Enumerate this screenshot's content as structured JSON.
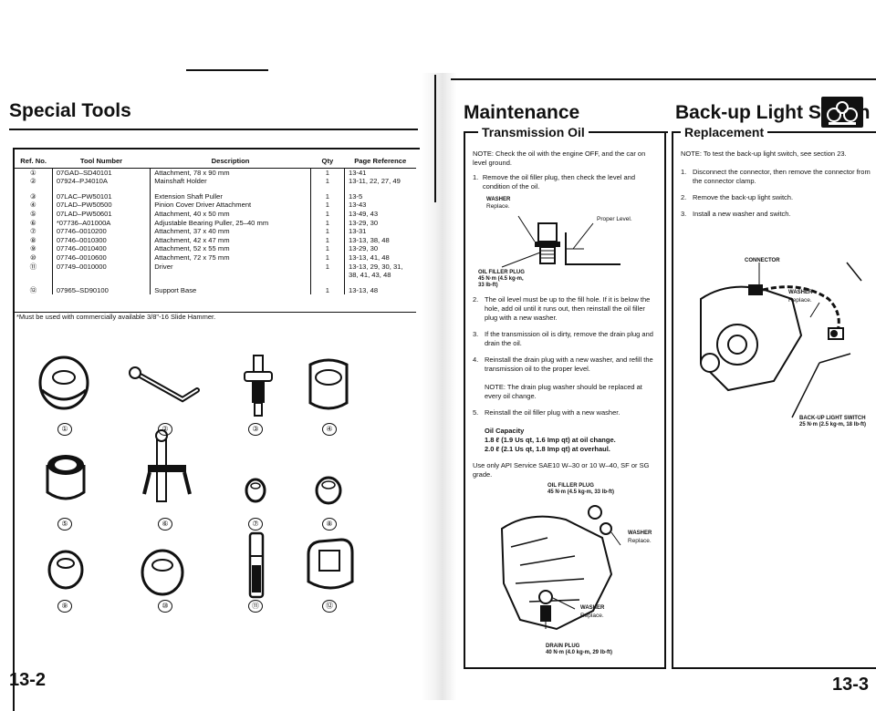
{
  "left_page": {
    "title": "Special Tools",
    "table": {
      "headers": [
        "Ref. No.",
        "Tool Number",
        "Description",
        "Qty",
        "Page Reference"
      ],
      "rows": [
        {
          "ref": "①",
          "tool": "07GAD–SD40101",
          "desc": "Attachment, 78 x 90 mm",
          "qty": "1",
          "page": "13-41"
        },
        {
          "ref": "②",
          "tool": "07924–PJ4010A",
          "desc": "Mainshaft Holder",
          "qty": "1",
          "page": "13-11, 22, 27, 49"
        },
        {
          "ref": "③",
          "tool": "07LAC–PW50101",
          "desc": "Extension Shaft Puller",
          "qty": "1",
          "page": "13-5"
        },
        {
          "ref": "④",
          "tool": "07LAD–PW50500",
          "desc": "Pinion Cover Driver Attachment",
          "qty": "1",
          "page": "13-43"
        },
        {
          "ref": "⑤",
          "tool": "07LAD–PW50601",
          "desc": "Attachment, 40 x 50 mm",
          "qty": "1",
          "page": "13-49, 43"
        },
        {
          "ref": "⑥",
          "tool": "*07736–A01000A",
          "desc": "Adjustable Bearing Puller, 25–40 mm",
          "qty": "1",
          "page": "13-29, 30"
        },
        {
          "ref": "⑦",
          "tool": "07746–0010200",
          "desc": "Attachment, 37 x 40 mm",
          "qty": "1",
          "page": "13-31"
        },
        {
          "ref": "⑧",
          "tool": "07746–0010300",
          "desc": "Attachment, 42 x 47 mm",
          "qty": "1",
          "page": "13-13, 38, 48"
        },
        {
          "ref": "⑨",
          "tool": "07746–0010400",
          "desc": "Attachment, 52 x 55 mm",
          "qty": "1",
          "page": "13-29, 30"
        },
        {
          "ref": "⑩",
          "tool": "07746–0010600",
          "desc": "Attachment, 72 x 75 mm",
          "qty": "1",
          "page": "13-13, 41, 48"
        },
        {
          "ref": "⑪",
          "tool": "07749–0010000",
          "desc": "Driver",
          "qty": "1",
          "page": "13-13, 29, 30, 31, 38, 41, 43, 48"
        },
        {
          "ref": "⑫",
          "tool": "07965–SD90100",
          "desc": "Support Base",
          "qty": "1",
          "page": "13-13, 48"
        }
      ],
      "footnote": "*Must be used with commercially available 3/8\"-16 Slide Hammer."
    },
    "tool_captions": [
      "①",
      "②",
      "③",
      "④",
      "⑤",
      "⑥",
      "⑦",
      "⑧",
      "⑨",
      "⑩",
      "⑪",
      "⑫"
    ],
    "page_number": "13-2"
  },
  "middle": {
    "title": "Maintenance",
    "section": "Transmission Oil",
    "note": "NOTE: Check the oil with the engine OFF, and the car on level ground.",
    "step1": "Remove the oil filler plug, then check the level and condition of the oil.",
    "fig1": {
      "washer": "WASHER",
      "replace": "Replace.",
      "proper_level": "Proper Level.",
      "plug": "OIL FILLER PLUG",
      "torque1": "45 N·m (4.5 kg-m,",
      "torque2": "33 lb-ft)"
    },
    "step2": "The oil level must be up to the fill hole. If it is below the hole, add oil until it runs out, then reinstall the oil filler plug with a new washer.",
    "step3": "If the transmission oil is dirty, remove the drain plug and drain the oil.",
    "step4": "Reinstall the drain plug with a new washer, and refill the transmission oil to the proper level.",
    "step4_note": "NOTE: The drain plug washer should be replaced at every oil change.",
    "step5": "Reinstall the oil filler plug with a new washer.",
    "capacity_title": "Oil Capacity",
    "capacity1": "1.8 ℓ (1.9 Us qt, 1.6 Imp qt) at oil change.",
    "capacity2": "2.0 ℓ (2.1 Us qt, 1.8 Imp qt) at overhaul.",
    "use_text": "Use only API Service SAE10 W–30 or 10 W–40, SF or SG grade.",
    "fig2": {
      "plug": "OIL FILLER PLUG",
      "plug_torque": "45 N·m (4.5 kg-m, 33 lb-ft)",
      "washer1": "WASHER",
      "replace1": "Replace.",
      "washer2": "WASHER",
      "replace2": "Replace.",
      "drain": "DRAIN PLUG",
      "drain_torque": "40 N·m (4.0 kg-m, 29 lb-ft)"
    }
  },
  "right_page": {
    "title": "Back-up Light Switch",
    "section": "Replacement",
    "note": "NOTE: To test the back-up light switch, see section 23.",
    "step1": "Disconnect the connector, then remove the connector from the connector clamp.",
    "step2": "Remove the back-up light switch.",
    "step3": "Install a new washer and switch.",
    "fig": {
      "connector": "CONNECTOR",
      "washer": "WASHER",
      "replace": "Replace.",
      "switch": "BACK-UP LIGHT SWITCH",
      "torque": "25 N·m (2.5 kg-m, 18 lb-ft)"
    },
    "page_number": "13-3"
  }
}
